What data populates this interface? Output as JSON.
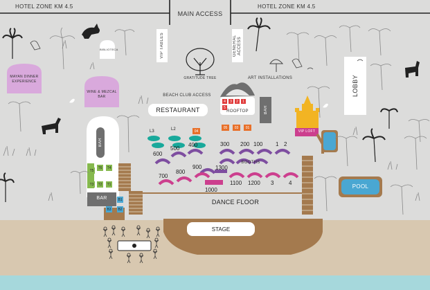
{
  "colors": {
    "background": "#dcdcdb",
    "sand": "#d8c8b0",
    "sea": "#a6d8dc",
    "stage": "#a47a4e",
    "purple": "#7e4ea0",
    "pink": "#cc3f8e",
    "teal": "#19a99b",
    "green": "#86b94e",
    "orange": "#e8702a",
    "red": "#e03b3b",
    "lavender": "#d9a9dc",
    "pool": "#4aa7d2",
    "dark_gray": "#6f6f6f"
  },
  "roads": {
    "left": "HOTEL ZONE KM 4.5",
    "right": "HOTEL ZONE KM 4.5",
    "main": "MAIN ACCESS"
  },
  "labels": {
    "vip_tables": "VIP TABLES",
    "general_access": "GENERAL ACCESS",
    "biblioteca": "BIBLIOTECA",
    "gratitude_tree": "GRATITUDE TREE",
    "art_installations": "ART INSTALLATIONS",
    "beach_club_access": "BEACH CLUB ACCESS",
    "mayan_dinner": "MAYAN DINNER EXPERIENCE",
    "wine_mezcal": "WINE & MEZCAL BAR",
    "restaurant": "RESTAURANT",
    "rooftop": "ROOFTOP",
    "bar_right": "BAR",
    "bar_left_vertical": "BAR",
    "bar_left": "BAR",
    "vip_loft": "VIP LOFT",
    "lobby": "LOBBY",
    "pool": "POOL",
    "booths": "BOOTHS",
    "dance_floor": "DANCE FLOOR",
    "stage": "STAGE"
  },
  "tables": {
    "green": [
      "T5",
      "T6",
      "T4",
      "T3",
      "T2",
      "T1"
    ],
    "blue": [
      "B3",
      "B2",
      "B1"
    ],
    "rooftop_red": [
      "4",
      "3",
      "2",
      "1",
      "5"
    ],
    "rooftop_orange": [
      "05",
      "03",
      "01"
    ],
    "loft": "04",
    "l_labels": [
      "L3",
      "L2"
    ]
  },
  "sections": [
    "600",
    "500",
    "400",
    "300",
    "200",
    "100",
    "1",
    "2",
    "700",
    "800",
    "900",
    "1300",
    "1000",
    "1100",
    "1200",
    "3",
    "4"
  ]
}
